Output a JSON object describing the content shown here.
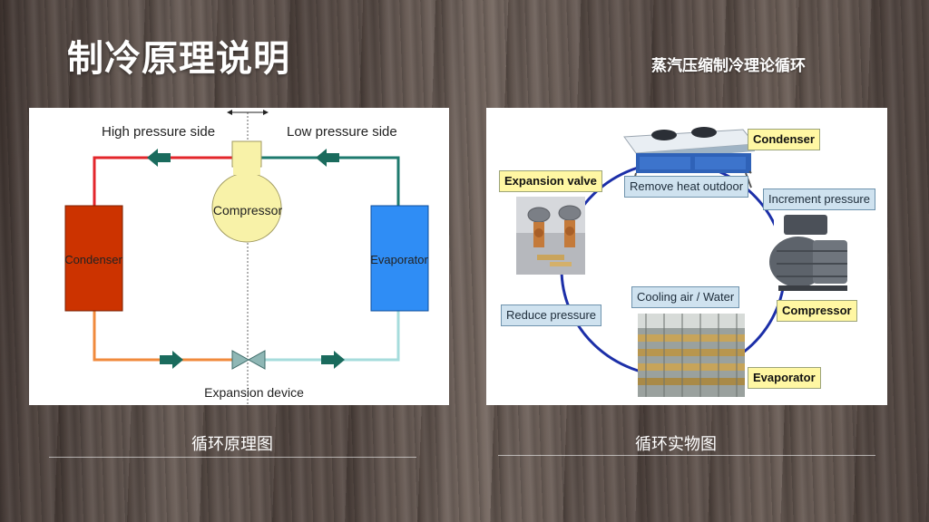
{
  "slide": {
    "title": "制冷原理说明",
    "subtitle": "蒸汽压缩制冷理论循环"
  },
  "left_diagram": {
    "high_pressure_label": "High pressure side",
    "low_pressure_label": "Low pressure side",
    "compressor_label": "Compressor",
    "condenser_label": "Condenser",
    "evaporator_label": "Evaporator",
    "expansion_label": "Expansion device",
    "caption": "循环原理图",
    "colors": {
      "hot_line": "#e3262b",
      "cool_line": "#1e7a6e",
      "warm_line": "#f08a3c",
      "cold_line": "#a6dcdc",
      "condenser": "#cc3300",
      "evaporator": "#2f8df5",
      "compressor": "#f8f2a8",
      "arrow": "#1a6b5d"
    }
  },
  "right_diagram": {
    "condenser_label": "Condenser",
    "remove_heat_label": "Remove heat outdoor",
    "increment_pressure_label": "Increment pressure",
    "expansion_valve_label": "Expansion valve",
    "compressor_label": "Compressor",
    "cooling_label": "Cooling air / Water",
    "reduce_pressure_label": "Reduce pressure",
    "evaporator_label": "Evaporator",
    "caption": "循环实物图",
    "colors": {
      "cycle_ring": "#1c2fa8",
      "yellow_label": "#fff7a3",
      "blue_label": "#cfe2ef"
    }
  }
}
